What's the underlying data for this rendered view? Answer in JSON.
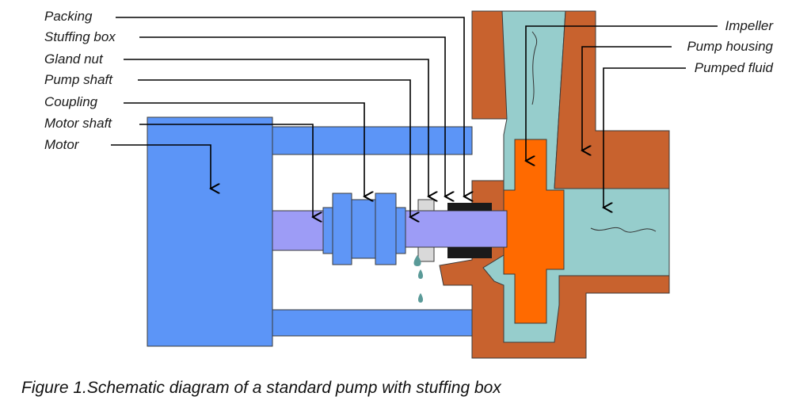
{
  "labels": {
    "packing": "Packing",
    "stuffing_box": "Stuffing box",
    "gland_nut": "Gland nut",
    "pump_shaft": "Pump shaft",
    "coupling": "Coupling",
    "motor_shaft": "Motor shaft",
    "motor": "Motor",
    "impeller": "Impeller",
    "pump_housing": "Pump housing",
    "pumped_fluid": "Pumped fluid"
  },
  "caption": "Figure 1.Schematic diagram of a standard pump with stuffing box",
  "colors": {
    "motor": "#5c95f7",
    "motor_frame": "#5c95f7",
    "shaft": "#9d9cf6",
    "coupling": "#5f96f6",
    "housing": "#c8622e",
    "fluid": "#96cdcc",
    "impeller": "#ff6a00",
    "packing": "#1a1a1a",
    "gland": "#d9d9d9",
    "drips": "#5a9a98",
    "outline": "#3a3a3a"
  }
}
